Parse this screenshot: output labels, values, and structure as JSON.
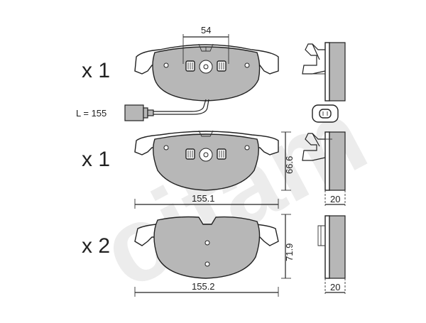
{
  "watermark": {
    "text": "cifam"
  },
  "rows": [
    {
      "quantity": "x 1",
      "width": "",
      "height": "",
      "side_thickness": ""
    },
    {
      "quantity": "x 1",
      "width": "155.1",
      "height": "66.6",
      "side_thickness": "20"
    },
    {
      "quantity": "x 2",
      "width": "155.2",
      "height": "71.9",
      "side_thickness": "20"
    }
  ],
  "top_dimension": "54",
  "wear_sensor": {
    "length_label": "L = 155"
  },
  "colors": {
    "friction": "#b7b7b7",
    "outline": "#222222",
    "watermark": "#ececec"
  }
}
